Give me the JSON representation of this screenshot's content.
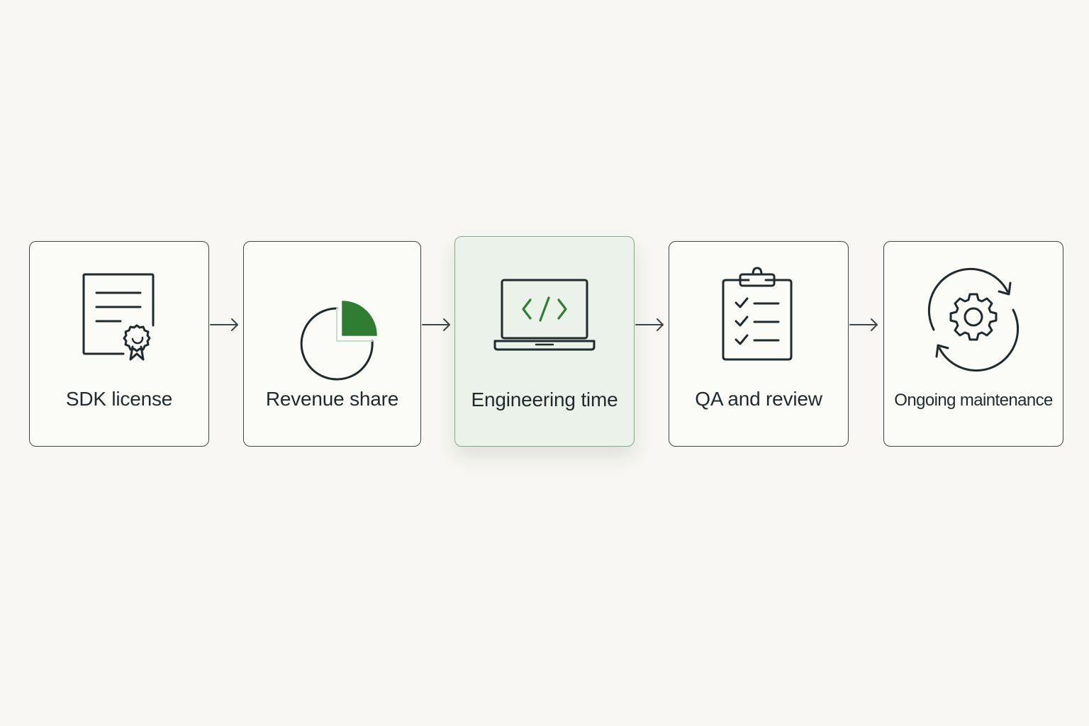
{
  "steps": [
    {
      "label": "SDK license",
      "icon": "certificate-icon"
    },
    {
      "label": "Revenue share",
      "icon": "pie-chart-icon"
    },
    {
      "label": "Engineering time",
      "icon": "laptop-code-icon"
    },
    {
      "label": "QA and review",
      "icon": "clipboard-checklist-icon"
    },
    {
      "label": "Ongoing maintenance",
      "icon": "gear-cycle-icon"
    }
  ],
  "colors": {
    "background": "#f8f7f3",
    "stroke": "#1f2a2e",
    "accent": "#2e7d32",
    "highlight_fill": "#ebf2ea",
    "highlight_border": "#7fae7f"
  }
}
